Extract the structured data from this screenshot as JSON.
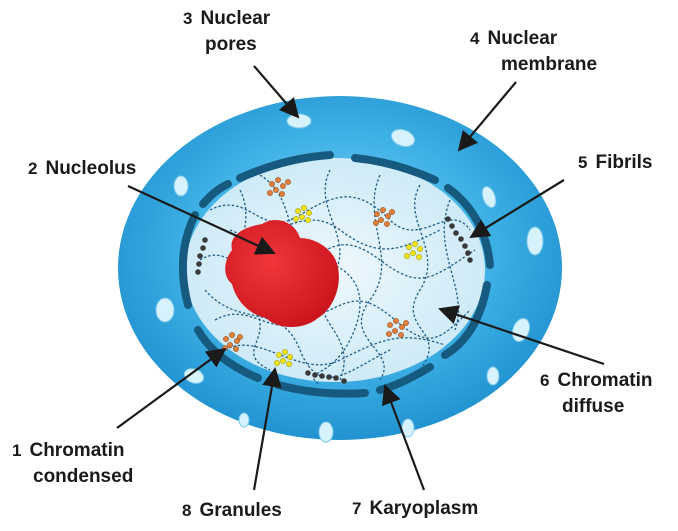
{
  "labels": {
    "nuclear_pores": {
      "number": "3",
      "line1": "Nuclear",
      "line2": "pores"
    },
    "nuclear_membrane": {
      "number": "4",
      "line1": "Nuclear",
      "line2": "membrane"
    },
    "nucleolus": {
      "number": "2",
      "line1": "Nucleolus"
    },
    "fibrils": {
      "number": "5",
      "line1": "Fibrils"
    },
    "chromatin_diffuse": {
      "number": "6",
      "line1": "Chromatin",
      "line2": "diffuse"
    },
    "chromatin_condensed": {
      "number": "1",
      "line1": "Chromatin",
      "line2": "condensed"
    },
    "granules": {
      "number": "8",
      "line1": "Granules"
    },
    "karyoplasm": {
      "number": "7",
      "line1": "Karyoplasm"
    }
  },
  "colors": {
    "outer_envelope": "#29a7e1",
    "inner_karyoplasm": "#d9f0fa",
    "membrane_dash": "#175a80",
    "nucleolus": "#e41e26",
    "chromatin_threads": "#1f5f8b",
    "granules_orange": "#e0803a",
    "granules_yellow": "#f2e512",
    "fibril_dots": "#3a3a3a",
    "label_text": "#1a1a1a"
  }
}
